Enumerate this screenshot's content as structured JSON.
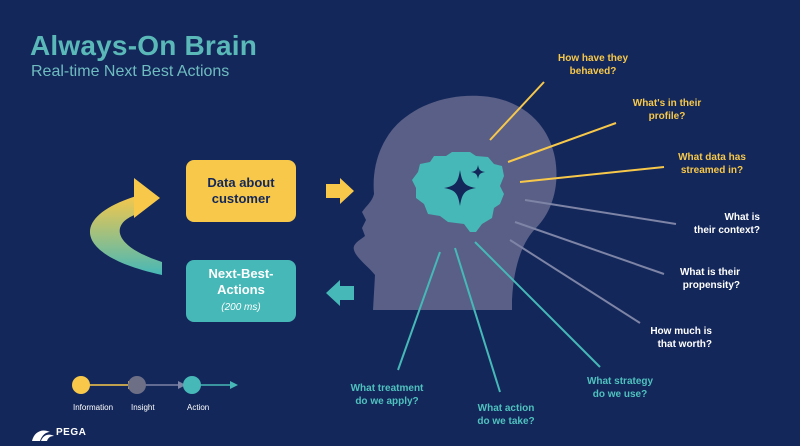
{
  "title": "Always-On Brain",
  "subtitle": "Real-time Next Best Actions",
  "boxes": {
    "data_line1": "Data about",
    "data_line2": "customer",
    "nba_line1": "Next-Best-",
    "nba_line2": "Actions",
    "nba_note": "(200 ms)"
  },
  "questions": {
    "behaved_1": "How have they",
    "behaved_2": "behaved?",
    "profile_1": "What's in their",
    "profile_2": "profile?",
    "streamed_1": "What data has",
    "streamed_2": "streamed in?",
    "context_1": "What is",
    "context_2": "their context?",
    "propensity_1": "What is their",
    "propensity_2": "propensity?",
    "worth_1": "How much is",
    "worth_2": "that worth?",
    "treatment_1": "What treatment",
    "treatment_2": "do we apply?",
    "action_1": "What action",
    "action_2": "do we take?",
    "strategy_1": "What strategy",
    "strategy_2": "do we use?"
  },
  "legend": {
    "information": "Information",
    "insight": "Insight",
    "action": "Action"
  },
  "logo": {
    "text": "PEGA"
  },
  "icons": {
    "brain": "brain-icon",
    "sparkle": "sparkle-icon",
    "cycle": "curved-arrow-icon",
    "logo": "pega-mark-icon"
  },
  "colors": {
    "background": "#13275a",
    "yellow": "#f7c84a",
    "teal": "#46b8b7",
    "head": "#595f86",
    "gray_line": "#7d84a5"
  }
}
